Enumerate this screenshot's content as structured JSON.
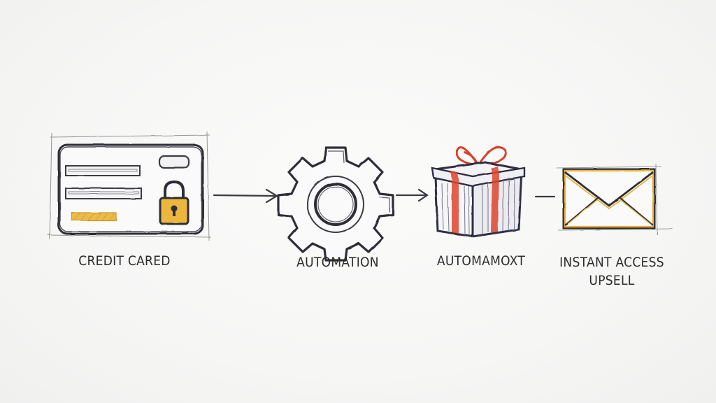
{
  "steps": [
    {
      "label": "CREDIT CARED",
      "icon": "credit-card-lock-icon"
    },
    {
      "label": "AUTOMATION",
      "icon": "gear-icon"
    },
    {
      "label": "AUTOMAMOXT",
      "icon": "gift-box-icon"
    },
    {
      "label_line1": "INSTANT ACCESS",
      "label_line2": "UPSELL",
      "icon": "envelope-icon"
    }
  ],
  "colors": {
    "ink": "#2f2f38",
    "accent_yellow": "#e8b23a",
    "accent_red": "#e0452f",
    "background": "#f7f7f6"
  }
}
